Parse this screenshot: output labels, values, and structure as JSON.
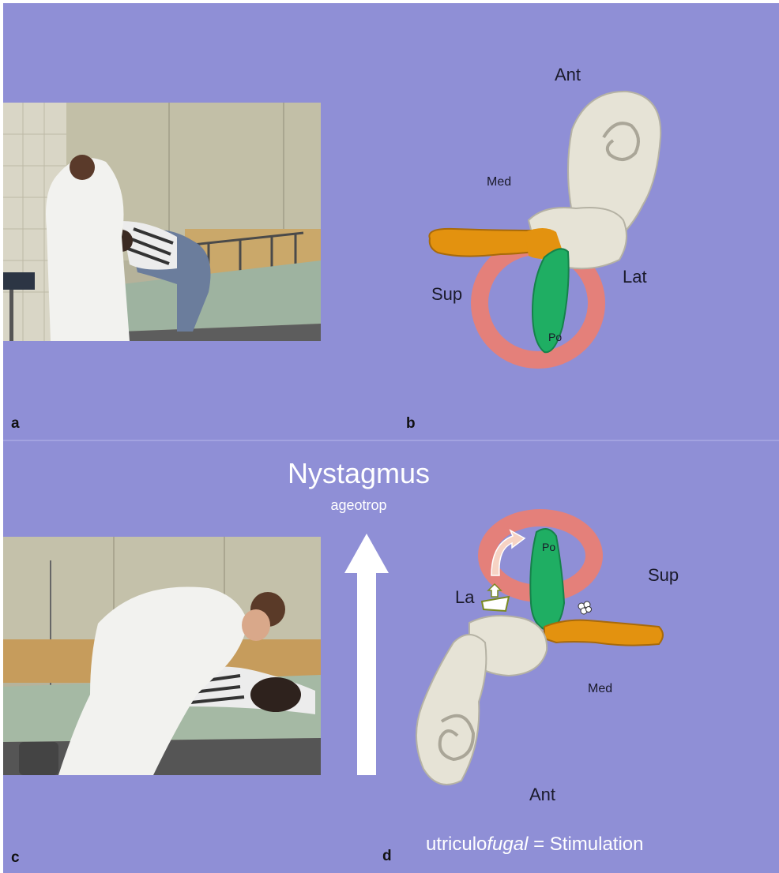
{
  "panels": {
    "a": "a",
    "b": "b",
    "c": "c",
    "d": "d"
  },
  "labels_b": {
    "ant": "Ant",
    "med": "Med",
    "lat": "Lat",
    "sup": "Sup",
    "post_partial": "Po"
  },
  "labels_d": {
    "lat_partial": "La",
    "post_partial": "Po",
    "sup": "Sup",
    "med": "Med",
    "ant": "Ant"
  },
  "nystagmus": {
    "title": "Nystagmus",
    "subtitle": "ageotrop"
  },
  "caption": {
    "prefix": "utriculo",
    "italic": "fugal",
    "suffix": " = Stimulation"
  },
  "colors": {
    "background": "#8f8fd6",
    "superior_canal": "#e4807a",
    "posterior_canal": "#1fae63",
    "lateral_canal": "#e3920f",
    "vestibule": "#e6e3d6",
    "arrow": "#ffffff"
  }
}
